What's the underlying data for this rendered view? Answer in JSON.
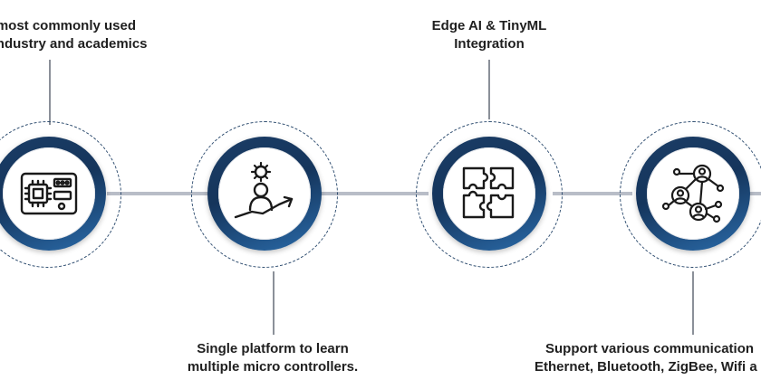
{
  "steps": [
    {
      "caption_lines": [
        "over most commonly used",
        "ller in industry and academics"
      ],
      "icon": "circuit-board-icon"
    },
    {
      "caption_lines": [
        "Single platform to learn",
        "multiple micro controllers."
      ],
      "icon": "person-gear-growth-icon"
    },
    {
      "caption_lines": [
        "Edge AI & TinyML",
        "Integration"
      ],
      "icon": "puzzle-pieces-icon"
    },
    {
      "caption_lines": [
        "Support various communication",
        "Ethernet, Bluetooth, ZigBee, Wifi a"
      ],
      "icon": "network-users-icon"
    }
  ],
  "colors": {
    "ring_dark": "#15355c",
    "ring_light": "#2a6aa8",
    "connector": "#b8bdc7",
    "text": "#1f1f1f"
  }
}
